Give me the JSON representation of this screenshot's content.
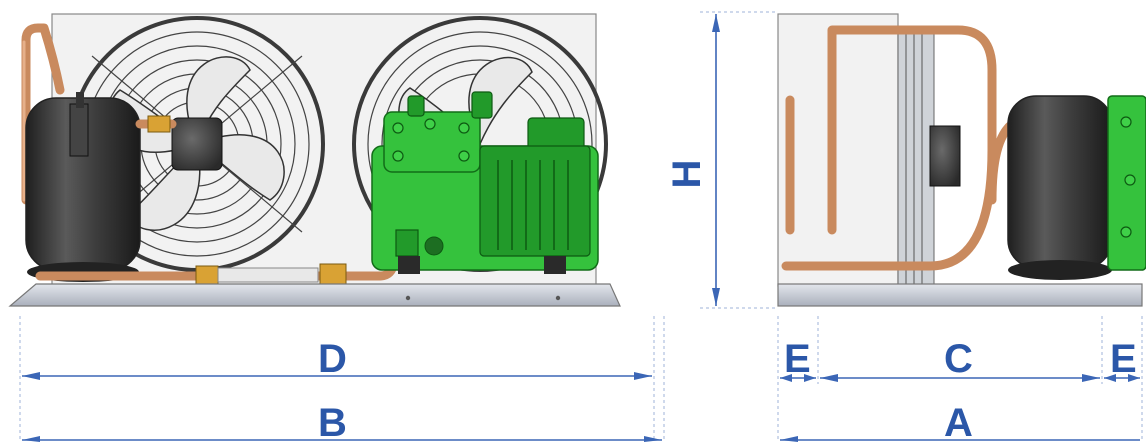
{
  "dimensions": {
    "overall_front_width": "B",
    "frame_width_front": "D",
    "height": "H",
    "overall_depth": "A",
    "frame_depth": "C",
    "offset_left": "E",
    "offset_right": "E"
  },
  "colors": {
    "dimension": "#2b57a8",
    "compressor": "#35c23d",
    "copper_pipe": "#c98a5e",
    "receiver": "#3c3c3c",
    "base_frame": "#c7ccd6"
  },
  "components": {
    "front_view": [
      "fan-guard-left",
      "fan-guard-right",
      "liquid-receiver",
      "semi-hermetic-compressor",
      "base-frame",
      "condenser-panel"
    ],
    "side_view": [
      "condenser-panel",
      "fan-motor",
      "liquid-receiver",
      "compressor",
      "base-frame"
    ]
  }
}
